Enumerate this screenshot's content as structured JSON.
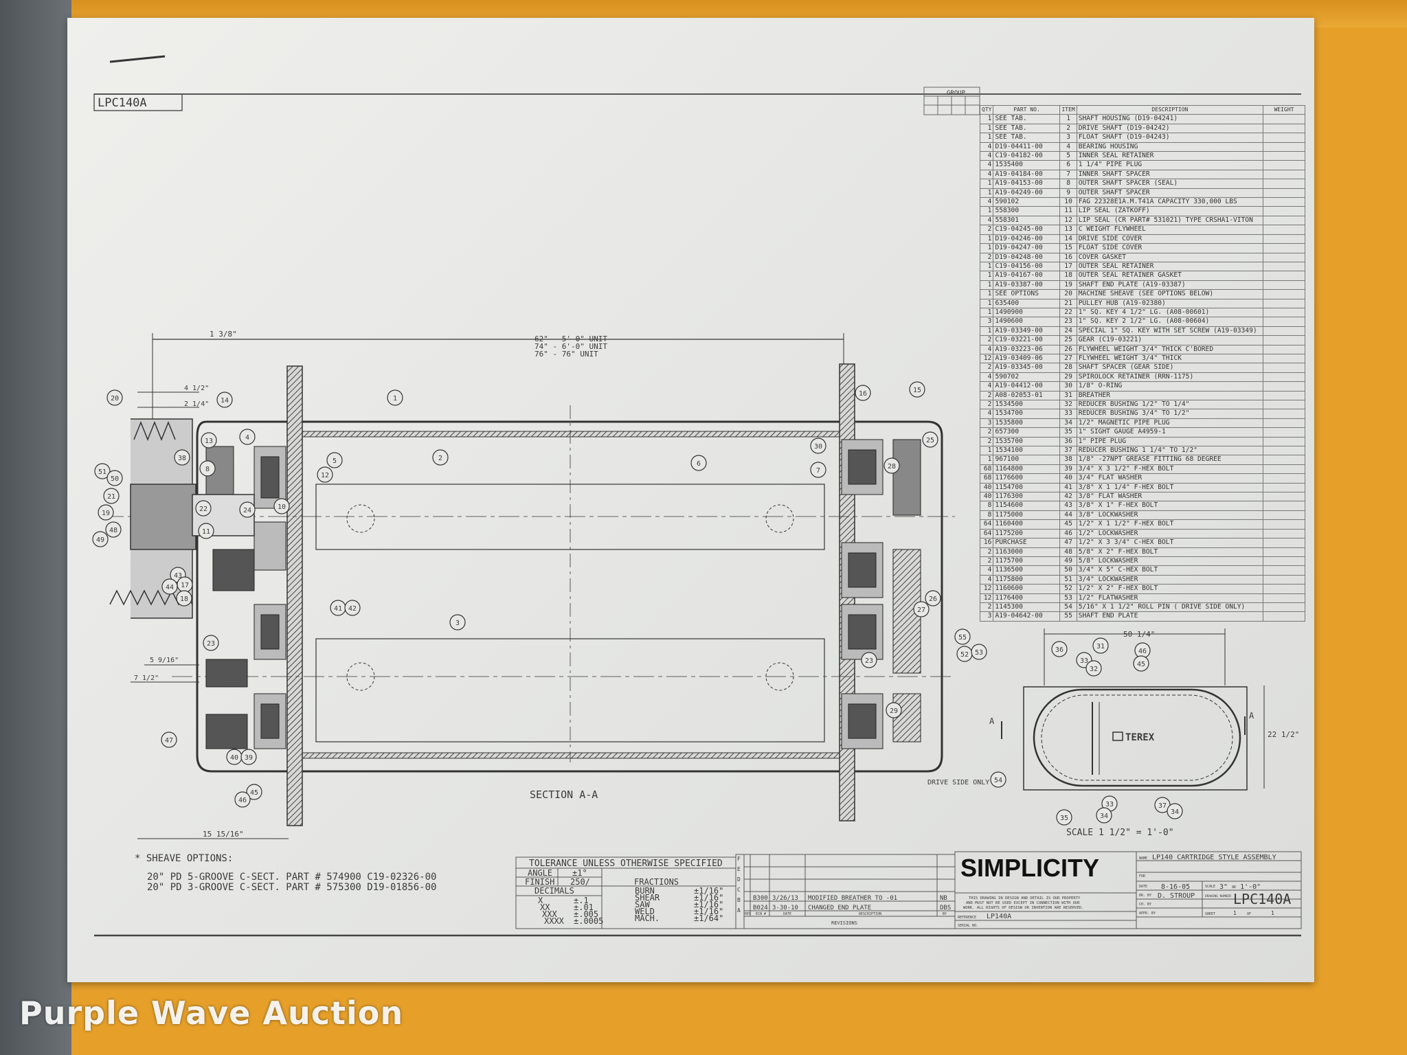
{
  "drawing_label": "LPC140A",
  "group_label": "GROUP",
  "parts_table": {
    "headers": [
      "QTY",
      "PART NO.",
      "ITEM",
      "DESCRIPTION",
      "WEIGHT"
    ],
    "rows": [
      [
        "1",
        "SEE TAB.",
        "1",
        "SHAFT HOUSING (D19-04241)"
      ],
      [
        "1",
        "SEE TAB.",
        "2",
        "DRIVE SHAFT (D19-04242)"
      ],
      [
        "1",
        "SEE TAB.",
        "3",
        "FLOAT SHAFT (D19-04243)"
      ],
      [
        "4",
        "D19-04411-00",
        "4",
        "BEARING HOUSING"
      ],
      [
        "4",
        "C19-04182-00",
        "5",
        "INNER SEAL RETAINER"
      ],
      [
        "4",
        "1535400",
        "6",
        "1 1/4\" PIPE PLUG"
      ],
      [
        "4",
        "A19-04184-00",
        "7",
        "INNER SHAFT SPACER"
      ],
      [
        "1",
        "A19-04153-00",
        "8",
        "OUTER SHAFT SPACER (SEAL)"
      ],
      [
        "1",
        "A19-04249-00",
        "9",
        "OUTER SHAFT SPACER"
      ],
      [
        "4",
        "590102",
        "10",
        "FAG 22328E1A.M.T41A  CAPACITY 330,000 LBS"
      ],
      [
        "1",
        "558300",
        "11",
        "LIP SEAL (ZATKOFF)"
      ],
      [
        "4",
        "558301",
        "12",
        "LIP SEAL (CR PART# 531021) TYPE CRSHA1-VITON"
      ],
      [
        "2",
        "C19-04245-00",
        "13",
        "C WEIGHT FLYWHEEL"
      ],
      [
        "1",
        "D19-04246-00",
        "14",
        "DRIVE SIDE COVER"
      ],
      [
        "1",
        "D19-04247-00",
        "15",
        "FLOAT SIDE COVER"
      ],
      [
        "2",
        "D19-04248-00",
        "16",
        "COVER GASKET"
      ],
      [
        "1",
        "C19-04156-00",
        "17",
        "OUTER SEAL RETAINER"
      ],
      [
        "1",
        "A19-04167-00",
        "18",
        "OUTER SEAL RETAINER GASKET"
      ],
      [
        "1",
        "A19-03387-00",
        "19",
        "SHAFT END PLATE (A19-03387)"
      ],
      [
        "1",
        "SEE OPTIONS",
        "20",
        "MACHINE SHEAVE (SEE OPTIONS BELOW)"
      ],
      [
        "1",
        "635400",
        "21",
        "PULLEY HUB (A19-02380)"
      ],
      [
        "1",
        "1490900",
        "22",
        "1\" SQ. KEY 4 1/2\" LG. (A08-00601)"
      ],
      [
        "3",
        "1490600",
        "23",
        "1\" SQ. KEY 2 1/2\" LG. (A08-00604)"
      ],
      [
        "1",
        "A19-03349-00",
        "24",
        "SPECIAL 1\" SQ. KEY WITH SET SCREW (A19-03349)"
      ],
      [
        "2",
        "C19-03221-00",
        "25",
        "GEAR (C19-03221)"
      ],
      [
        "4",
        "A19-03223-06",
        "26",
        "FLYWHEEL WEIGHT 3/4\" THICK C'BORED"
      ],
      [
        "12",
        "A19-03409-06",
        "27",
        "FLYWHEEL WEIGHT 3/4\" THICK"
      ],
      [
        "2",
        "A19-03345-00",
        "28",
        "SHAFT SPACER (GEAR SIDE)"
      ],
      [
        "4",
        "590702",
        "29",
        "SPIROLOCK RETAINER (RRN-1175)"
      ],
      [
        "4",
        "A19-04412-00",
        "30",
        "1/8\" O-RING"
      ],
      [
        "2",
        "A08-02053-01",
        "31",
        "BREATHER"
      ],
      [
        "2",
        "1534500",
        "32",
        "REDUCER BUSHING 1/2\" TO 1/4\""
      ],
      [
        "4",
        "1534700",
        "33",
        "REDUCER BUSHING 3/4\" TO 1/2\""
      ],
      [
        "3",
        "1535800",
        "34",
        "1/2\" MAGNETIC PIPE PLUG"
      ],
      [
        "2",
        "657300",
        "35",
        "1\" SIGHT GAUGE A4959-1"
      ],
      [
        "2",
        "1535700",
        "36",
        "1\" PIPE PLUG"
      ],
      [
        "1",
        "1534100",
        "37",
        "REDUCER BUSHING 1 1/4\" TO 1/2\""
      ],
      [
        "1",
        "967100",
        "38",
        "1/8\" -27NPT GREASE FITTING 68 DEGREE"
      ],
      [
        "68",
        "1164800",
        "39",
        "3/4\" X 3 1/2\" F-HEX BOLT"
      ],
      [
        "68",
        "1176600",
        "40",
        "3/4\" FLAT WASHER"
      ],
      [
        "40",
        "1154700",
        "41",
        "3/8\" X 1 1/4\" F-HEX BOLT"
      ],
      [
        "40",
        "1176300",
        "42",
        "3/8\" FLAT WASHER"
      ],
      [
        "8",
        "1154600",
        "43",
        "3/8\" X 1\" F-HEX BOLT"
      ],
      [
        "8",
        "1175000",
        "44",
        "3/8\" LOCKWASHER"
      ],
      [
        "64",
        "1160400",
        "45",
        "1/2\" X 1 1/2\" F-HEX BOLT"
      ],
      [
        "64",
        "1175200",
        "46",
        "1/2\" LOCKWASHER"
      ],
      [
        "16",
        "PURCHASE",
        "47",
        "1/2\" X 3 3/4\" C-HEX BOLT"
      ],
      [
        "2",
        "1163000",
        "48",
        "5/8\" X 2\" F-HEX BOLT"
      ],
      [
        "2",
        "1175700",
        "49",
        "5/8\" LOCKWASHER"
      ],
      [
        "4",
        "1136500",
        "50",
        "3/4\" X 5\" C-HEX BOLT"
      ],
      [
        "4",
        "1175800",
        "51",
        "3/4\" LOCKWASHER"
      ],
      [
        "12",
        "1160600",
        "52",
        "1/2\" X 2\" F-HEX BOLT"
      ],
      [
        "12",
        "1176400",
        "53",
        "1/2\" FLATWASHER"
      ],
      [
        "2",
        "1145300",
        "54",
        "5/16\" X 1 1/2\" ROLL PIN ( DRIVE SIDE ONLY)"
      ],
      [
        "3",
        "A19-04642-00",
        "55",
        "SHAFT END PLATE"
      ]
    ]
  },
  "section_view": {
    "unit_dims": [
      "62\" - 5'-0\" UNIT",
      "74\" - 6'-0\" UNIT",
      "76\" - 76\" UNIT"
    ],
    "dims": [
      "1 3/8\"",
      "4 1/2\"",
      "2 1/4\"",
      "5 9/16\"",
      "7 1/2\"",
      "15 15/16\""
    ],
    "title": "SECTION A-A",
    "balloons": [
      "20",
      "14",
      "1",
      "16",
      "15",
      "13",
      "4",
      "38",
      "8",
      "5",
      "12",
      "2",
      "30",
      "25",
      "7",
      "28",
      "6",
      "51",
      "50",
      "21",
      "22",
      "24",
      "10",
      "19",
      "48",
      "49",
      "11",
      "43",
      "44",
      "17",
      "18",
      "41",
      "42",
      "26",
      "27",
      "3",
      "23",
      "55",
      "52",
      "53",
      "23",
      "29",
      "47",
      "40",
      "39",
      "45",
      "46"
    ]
  },
  "end_view": {
    "width_dim": "50 1/4\"",
    "height_dim": "22 1/2\"",
    "section_marks": [
      "A",
      "A"
    ],
    "logo": "TEREX",
    "drive_side_note": "DRIVE SIDE ONLY",
    "scale_note": "SCALE 1 1/2\" = 1'-0\"",
    "balloons": [
      "36",
      "31",
      "33",
      "32",
      "46",
      "45",
      "54",
      "35",
      "33",
      "34",
      "37",
      "34"
    ]
  },
  "sheave_options": {
    "title": "* SHEAVE OPTIONS:",
    "lines": [
      "20\" PD 5-GROOVE C-SECT. PART # 574900 C19-02326-00",
      "20\" PD 3-GROOVE C-SECT. PART # 575300 D19-01856-00"
    ]
  },
  "tolerance": {
    "title": "TOLERANCE UNLESS OTHERWISE SPECIFIED",
    "angle_label": "ANGLE",
    "angle": "±1°",
    "finish_label": "FINISH",
    "finish": "250/",
    "decimals_label": "DECIMALS",
    "decimals": [
      [
        "X",
        "±.1"
      ],
      [
        "XX",
        "±.01"
      ],
      [
        "XXX",
        "±.005"
      ],
      [
        "XXXX",
        "±.0005"
      ]
    ],
    "fractions_label": "FRACTIONS",
    "fractions": [
      [
        "BURN",
        "±1/16\""
      ],
      [
        "SHEAR",
        "±1/16\""
      ],
      [
        "SAW",
        "±1/16\""
      ],
      [
        "WELD",
        "±1/16\""
      ],
      [
        "MACH.",
        "±1/64\""
      ]
    ]
  },
  "revisions": {
    "letters": [
      "F",
      "E",
      "D",
      "C",
      "B",
      "A"
    ],
    "rows": [
      [
        "B300",
        "3/26/13",
        "MODIFIED BREATHER TO -01",
        "NB"
      ],
      [
        "B024",
        "3-30-10",
        "CHANGED END PLATE",
        "DBS"
      ]
    ],
    "headers": [
      "REV",
      "ECN #",
      "DATE",
      "DESCRIPTION",
      "BY"
    ],
    "title": "REVISIONS"
  },
  "title_block": {
    "company": "SIMPLICITY",
    "disclaimer": [
      "THIS DRAWING IN DESIGN AND DETAIL IS OUR PROPERTY",
      "AND MUST NOT BE USED EXCEPT IN CONNECTION WITH OUR",
      "WORK. ALL RIGHTS OF DESIGN OR INVENTION ARE RESERVED."
    ],
    "reference_label": "REFERENCE",
    "reference": "LP140A",
    "serial_label": "SERIAL NO.",
    "name_label": "NAME",
    "name": "LP140 CARTRIDGE STYLE ASSEMBLY",
    "for_label": "FOR",
    "date_label": "DATE",
    "date": "8-16-05",
    "dr_label": "DR. BY",
    "dr": "D. STROUP",
    "ch_label": "CH. BY",
    "appr_label": "APPR. BY",
    "scale_label": "SCALE",
    "scale": "3\" = 1'-0\"",
    "drawing_label": "DRAWING NUMBER",
    "drawing_number": "LPC140A",
    "sheet_label": "SHEET",
    "sheet": "1",
    "of_label": "OF",
    "sheets": "1"
  },
  "watermark": "Purple Wave Auction"
}
